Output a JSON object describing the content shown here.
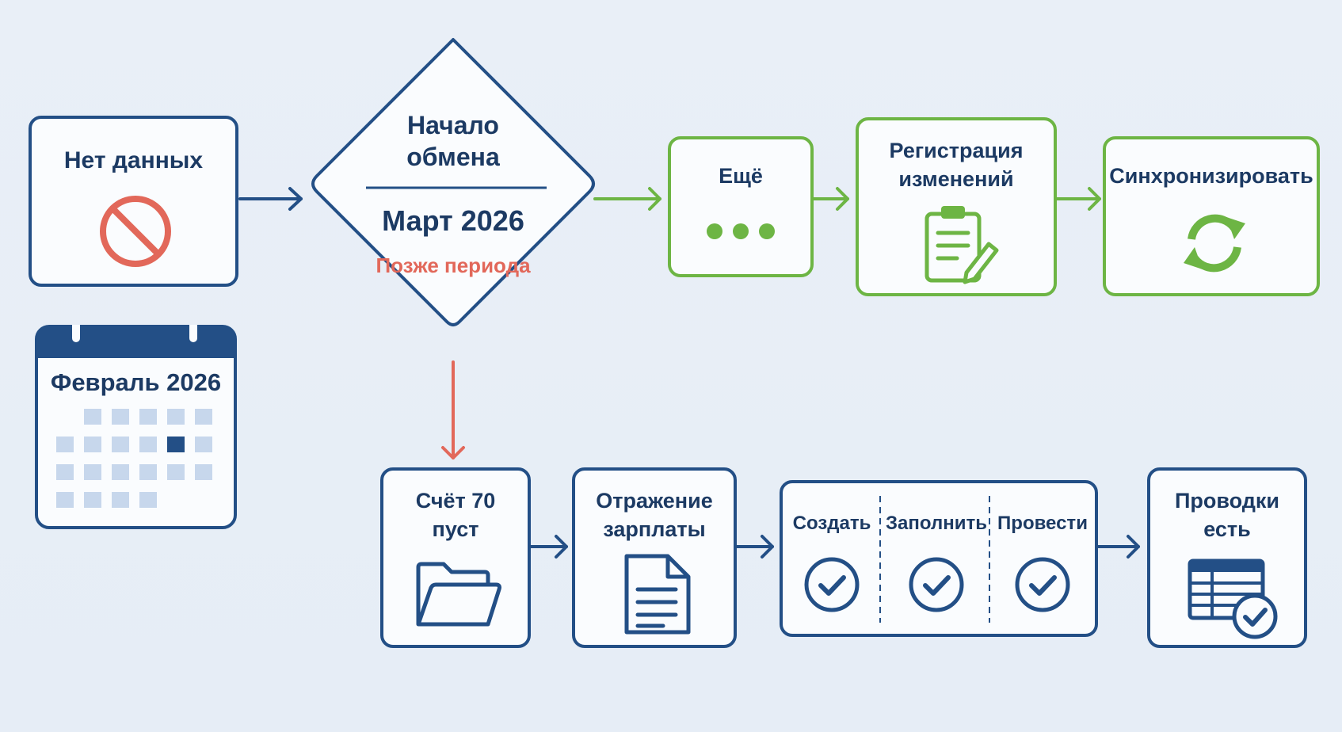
{
  "nodes": {
    "no_data": {
      "label": "Нет данных",
      "icon": "prohibited-icon"
    },
    "calendar": {
      "label": "Февраль 2026",
      "icon": "calendar-icon",
      "highlight_color": "#234f86"
    },
    "exchange": {
      "title": "Начало обмена",
      "month": "Март 2026",
      "status": "Позже периода"
    },
    "more": {
      "label": "Ещё",
      "icon": "ellipsis-icon"
    },
    "register": {
      "label_line1": "Регистрация",
      "label_line2": "изменений",
      "icon": "clipboard-pencil-icon"
    },
    "sync": {
      "label": "Синхронизировать",
      "icon": "sync-icon"
    },
    "account70": {
      "label_line1": "Счёт 70",
      "label_line2": "пуст",
      "icon": "open-folder-icon"
    },
    "salary": {
      "label_line1": "Отражение",
      "label_line2": "зарплаты",
      "icon": "document-icon"
    },
    "steps": [
      {
        "label": "Создать",
        "icon": "check-circle-icon"
      },
      {
        "label": "Заполнить",
        "icon": "check-circle-icon"
      },
      {
        "label": "Провести",
        "icon": "check-circle-icon"
      }
    ],
    "postings": {
      "label_line1": "Проводки",
      "label_line2": "есть",
      "icon": "table-check-icon"
    }
  },
  "colors": {
    "primary": "#234f86",
    "success": "#6db544",
    "warning": "#e2685a",
    "text": "#1c3a63"
  }
}
